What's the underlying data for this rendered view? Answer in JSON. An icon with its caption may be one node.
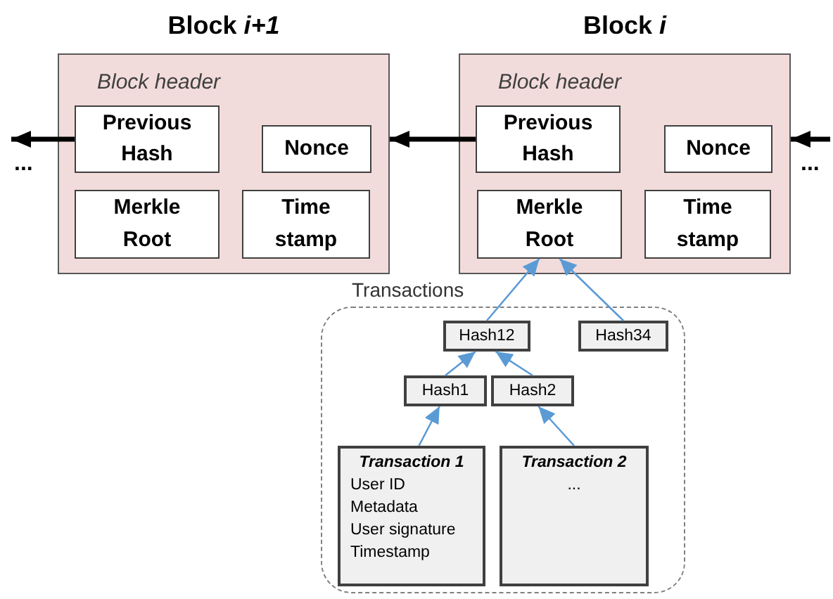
{
  "diagram": {
    "nodes": [
      {
        "text": [
          "Block *i+1*",
          "Block header"
        ]
      },
      {
        "text": [
          "Previous Hash"
        ],
        "in": 0
      },
      {
        "text": [
          "Nonce"
        ],
        "in": 0
      },
      {
        "text": [
          "Merkle Root"
        ],
        "in": 0
      },
      {
        "text": [
          "Time stamp"
        ],
        "in": 0
      },
      {
        "text": [
          "Block *i*",
          "Block header"
        ]
      },
      {
        "text": [
          "Previous Hash"
        ],
        "in": 5
      },
      {
        "text": [
          "Nonce"
        ],
        "in": 5
      },
      {
        "text": [
          "Merkle Root"
        ],
        "in": 5
      },
      {
        "text": [
          "Time stamp"
        ],
        "in": 5
      },
      {
        "text": [
          "Transactions"
        ]
      },
      {
        "text": [
          "Hash12"
        ],
        "in": 10
      },
      {
        "text": [
          "Hash34"
        ],
        "in": 10
      },
      {
        "text": [
          "Hash1"
        ],
        "in": 10
      },
      {
        "text": [
          "Hash2"
        ],
        "in": 10
      },
      {
        "text": [
          "Transaction 1",
          "User ID",
          "Metadata",
          "User signature",
          "Timestamp"
        ],
        "in": 10
      },
      {
        "text": [
          "Transaction 2",
          "..."
        ],
        "in": 10
      }
    ],
    "edges": [
      {
        "from": 1,
        "to": null,
        "arrow": "to",
        "style": "thick",
        "color": "#000000"
      },
      {
        "from": 6,
        "to": 0,
        "arrow": "to",
        "style": "thick",
        "color": "#000000"
      },
      {
        "from": null,
        "to": 5,
        "arrow": "to",
        "style": "thick",
        "color": "#000000"
      },
      {
        "from": 11,
        "to": 8,
        "arrow": "to"
      },
      {
        "from": 12,
        "to": 8,
        "arrow": "to"
      },
      {
        "from": 13,
        "to": 11,
        "arrow": "to"
      },
      {
        "from": 14,
        "to": 11,
        "arrow": "to"
      },
      {
        "from": 15,
        "to": 13,
        "arrow": "to"
      },
      {
        "from": 16,
        "to": 14,
        "arrow": "to"
      }
    ],
    "labels": [
      "...",
      "..."
    ]
  }
}
